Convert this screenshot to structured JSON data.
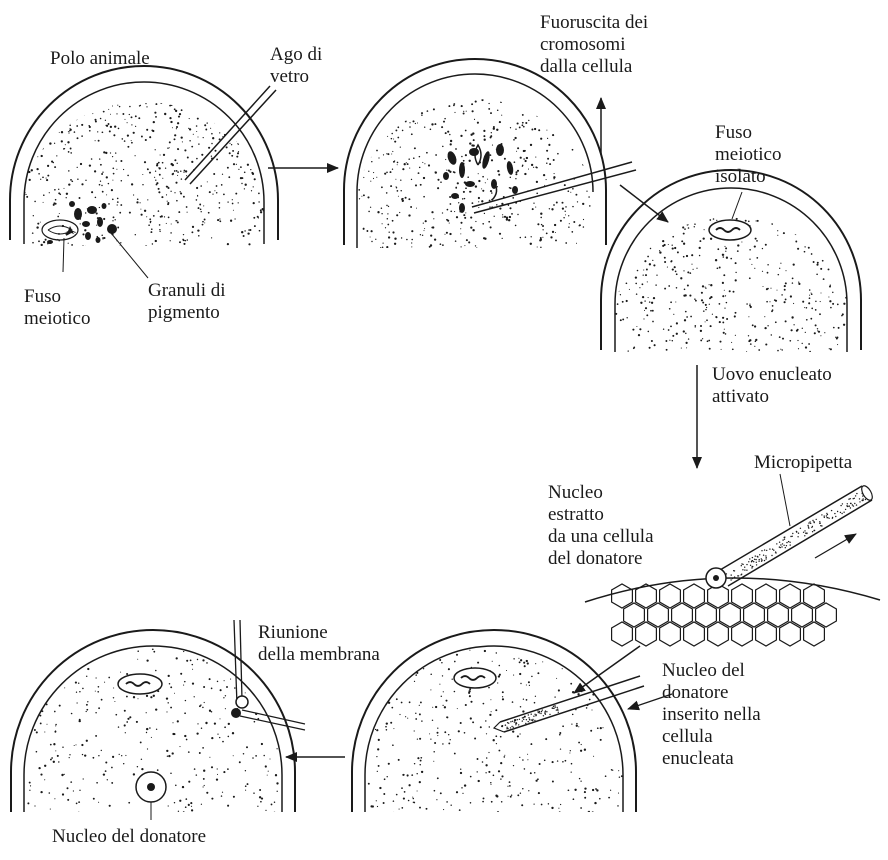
{
  "labels": {
    "polo_animale": "Polo animale",
    "ago_di_vetro": "Ago di\nvetro",
    "fuoruscita": "Fuoruscita dei\ncromosomi\ndalla cellula",
    "fuso_meiotico_isolato": "Fuso\nmeiotico\nisolato",
    "fuso_meiotico": "Fuso\nmeiotico",
    "granuli_di_pigmento": "Granuli di\npigmento",
    "uovo_enucleato_attivato": "Uovo enucleato\nattivato",
    "micropipetta": "Micropipetta",
    "nucleo_estratto": "Nucleo\nestratto\nda una cellula\ndel donatore",
    "riunione_membrana": "Riunione\ndella membrana",
    "nucleo_donatore_inserito": "Nucleo del\ndonatore\ninserito nella\ncellula\nenucleata",
    "nucleo_del_donatore": "Nucleo del donatore"
  },
  "colors": {
    "ink": "#1a1a1a",
    "background": "#ffffff"
  }
}
